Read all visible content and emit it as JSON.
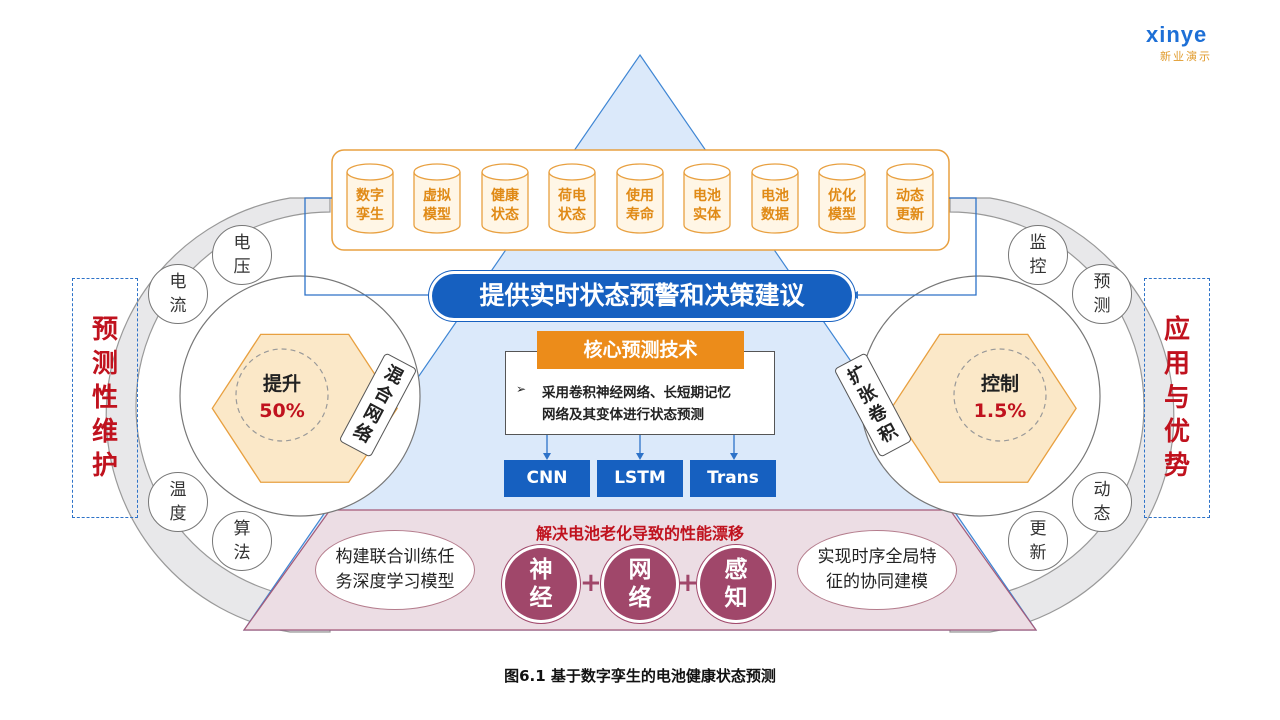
{
  "logo": {
    "word": "xinye",
    "sub": "新业演示"
  },
  "top_cylinders": [
    {
      "line1": "数字",
      "line2": "孪生"
    },
    {
      "line1": "虚拟",
      "line2": "模型"
    },
    {
      "line1": "健康",
      "line2": "状态"
    },
    {
      "line1": "荷电",
      "line2": "状态"
    },
    {
      "line1": "使用",
      "line2": "寿命"
    },
    {
      "line1": "电池",
      "line2": "实体"
    },
    {
      "line1": "电池",
      "line2": "数据"
    },
    {
      "line1": "优化",
      "line2": "模型"
    },
    {
      "line1": "动态",
      "line2": "更新"
    }
  ],
  "banner": "提供实时状态预警和决策建议",
  "core": {
    "title": "核心预测技术",
    "bullet": "➢",
    "text_line1": "采用卷积神经网络、长短期记忆",
    "text_line2": "网络及其变体进行状态预测"
  },
  "techs": [
    "CNN",
    "LSTM",
    "Trans"
  ],
  "left_tag": [
    "混",
    "合",
    "网",
    "络"
  ],
  "right_tag": [
    "扩",
    "张",
    "卷",
    "积"
  ],
  "left": {
    "title": [
      "预",
      "测",
      "性",
      "维",
      "护"
    ],
    "circles": [
      {
        "l1": "电",
        "l2": "压"
      },
      {
        "l1": "电",
        "l2": "流"
      },
      {
        "l1": "温",
        "l2": "度"
      },
      {
        "l1": "算",
        "l2": "法"
      }
    ],
    "hex_label": "提升",
    "hex_value": "50%"
  },
  "right": {
    "title": [
      "应",
      "用",
      "与",
      "优",
      "势"
    ],
    "circles": [
      {
        "l1": "监",
        "l2": "控"
      },
      {
        "l1": "预",
        "l2": "测"
      },
      {
        "l1": "动",
        "l2": "态"
      },
      {
        "l1": "更",
        "l2": "新"
      }
    ],
    "hex_label": "控制",
    "hex_value": "1.5%"
  },
  "bottom": {
    "title": "解决电池老化导致的性能漂移",
    "left_oval": {
      "l1": "构建联合训练任",
      "l2": "务深度学习模型"
    },
    "right_oval": {
      "l1": "实现时序全局特",
      "l2": "征的协同建模"
    },
    "circles": [
      {
        "l1": "神",
        "l2": "经"
      },
      {
        "l1": "网",
        "l2": "络"
      },
      {
        "l1": "感",
        "l2": "知"
      }
    ],
    "plus": "+"
  },
  "caption": "图6.1 基于数字孪生的电池健康状态预测",
  "colors": {
    "blue": "#1660c0",
    "orange": "#ec8c1a",
    "red": "#c0121e",
    "purple": "#a0476a"
  }
}
